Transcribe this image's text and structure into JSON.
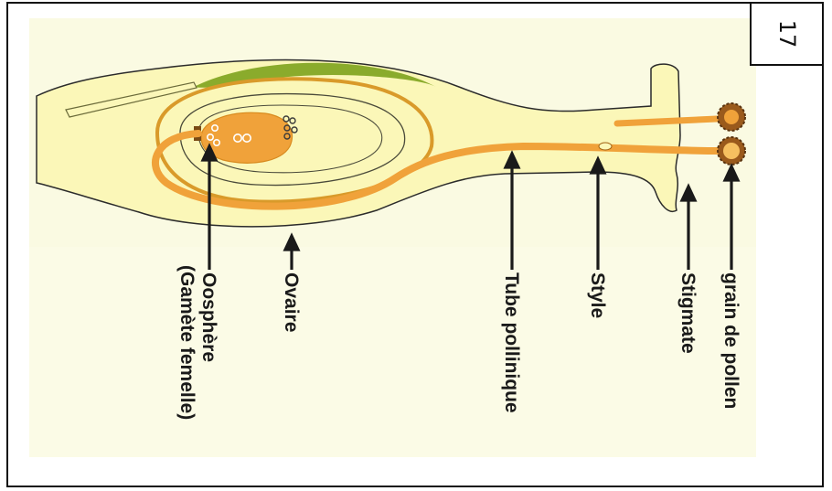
{
  "page_number": "17",
  "labels": {
    "grain_de_pollen": "grain de pollen",
    "stigmate": "Stigmate",
    "style": "Style",
    "tube_pollinique": "Tube pollinique",
    "ovaire": "Ovaire",
    "oosphere": "Oosphère",
    "gamete_femelle": "(Gamète femelle)"
  },
  "colors": {
    "background_tint": "#fbfbe6",
    "pistil_fill": "#fbf7b8",
    "orange": "#f0a23a",
    "orange_dark": "#e08a20",
    "green": "#8aab2c",
    "pollen_brown": "#9a5a1c"
  }
}
